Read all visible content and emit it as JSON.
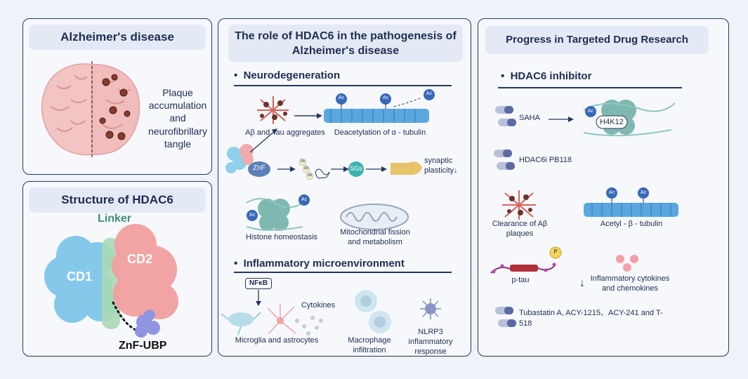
{
  "left_top": {
    "title": "Alzheimer's disease",
    "description": "Plaque accumulation and neurofibrillary tangle"
  },
  "left_bottom": {
    "title": "Structure of HDAC6",
    "linker": "Linker",
    "cd1": "CD1",
    "cd2": "CD2",
    "znf_ubp": "ZnF-UBP"
  },
  "middle": {
    "title_line1": "The role of HDAC6 in the pathogenesis of",
    "title_line2": "Alzheimer's disease",
    "neuro_heading": "Neurodegeneration",
    "abeta_tau": "Aβ and Tau aggregates",
    "deacetylation": "Deacetylation of α - tubulin",
    "ac": "Ac",
    "znf": "ZnF",
    "ub": "Ub",
    "sgs": "SGs",
    "synaptic": "synaptic plasticity↓",
    "histone": "Histone homeostasis",
    "mito": "Mitochondrial fission and metabolism",
    "inflam_heading": "Inflammatory microenvironment",
    "nfkb": "NFκB",
    "cytokines": "Cytokines",
    "microglia": "Microglia and astrocytes",
    "macrophage": "Macrophage infiltration",
    "nlrp3": "NLRP3 inflammatory response"
  },
  "right": {
    "title": "Progress in Targeted Drug Research",
    "heading": "HDAC6 inhibitor",
    "saha": "SAHA",
    "h4k12": "H4K12",
    "ac": "Ac",
    "pb118": "HDAC6i PB118",
    "clearance": "Clearance of Aβ plaques",
    "acetyl_tubulin": "Acetyl - β - tubulin",
    "ptau": "p-tau",
    "p": "P",
    "inflam_cyto": "Inflammatory cytokines and chemokines",
    "down_arrow": "↓",
    "tubastatin": "Tubastatin A, ACY-1215、ACY-241 and T-518"
  }
}
